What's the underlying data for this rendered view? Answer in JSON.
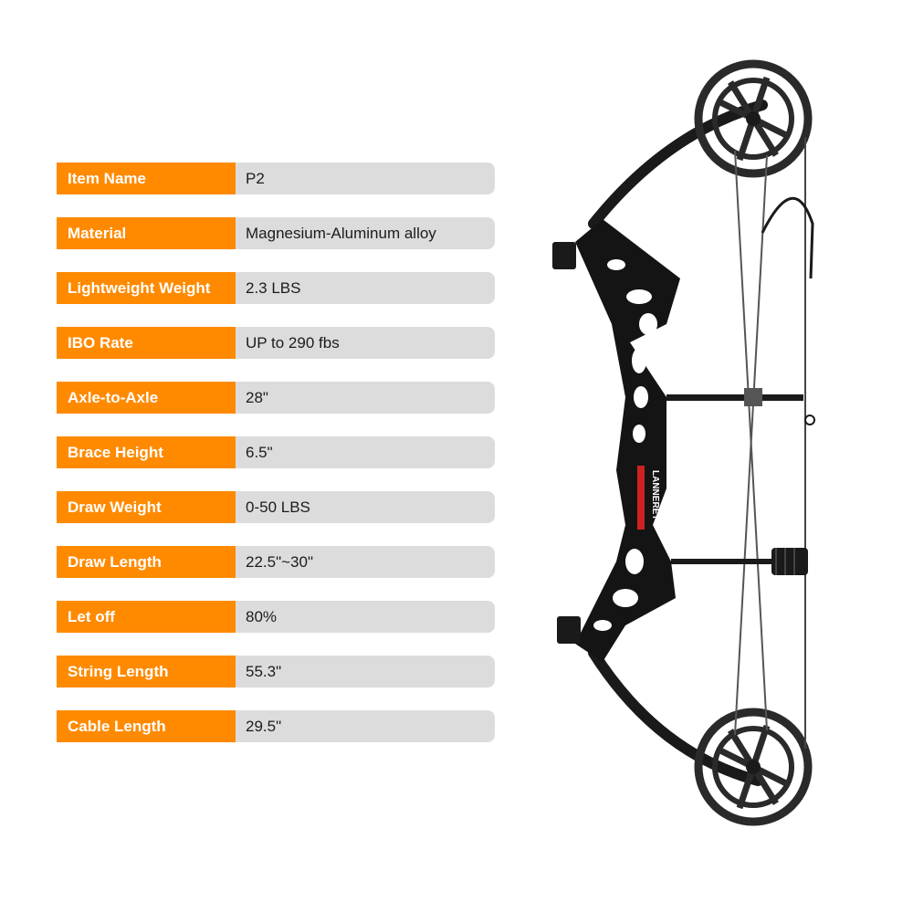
{
  "specs": [
    {
      "label": "Item Name",
      "value": "P2"
    },
    {
      "label": "Material",
      "value": "Magnesium-Aluminum alloy"
    },
    {
      "label": "Lightweight Weight",
      "value": "2.3 LBS"
    },
    {
      "label": "IBO Rate",
      "value": "UP to 290 fbs"
    },
    {
      "label": "Axle-to-Axle",
      "value": "28\""
    },
    {
      "label": "Brace Height",
      "value": "6.5\""
    },
    {
      "label": "Draw Weight",
      "value": "0-50 LBS"
    },
    {
      "label": "Draw Length",
      "value": "22.5\"~30\""
    },
    {
      "label": "Let off",
      "value": "80%"
    },
    {
      "label": "String Length",
      "value": "55.3\""
    },
    {
      "label": "Cable Length",
      "value": "29.5\""
    }
  ],
  "bow": {
    "brand_text": "LANNERET"
  },
  "colors": {
    "label_bg": "#ff8a00",
    "value_bg": "#dcdcdc",
    "bow": "#1a1a1a"
  }
}
